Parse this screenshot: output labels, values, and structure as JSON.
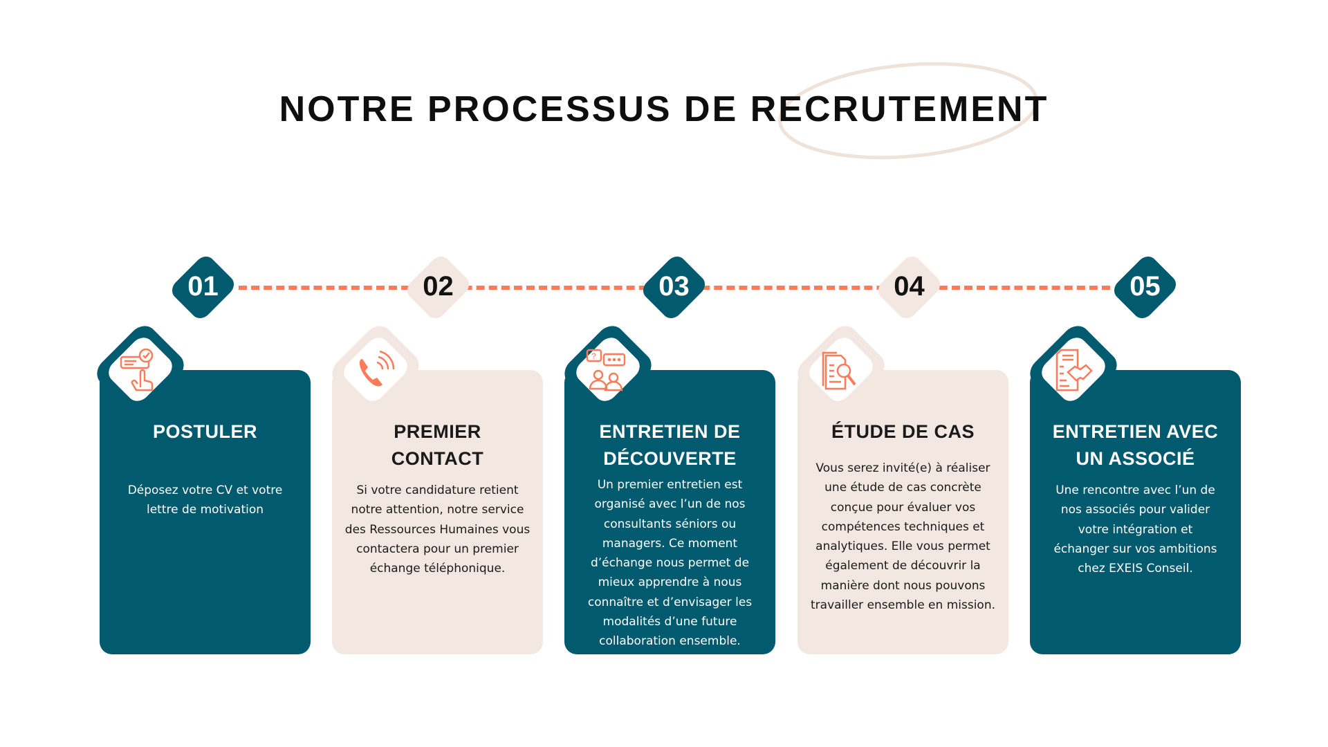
{
  "title": "NOTRE PROCESSUS DE RECRUTEMENT",
  "colors": {
    "teal": "#025a6e",
    "beige": "#f2e8e1",
    "orange": "#ff7a59"
  },
  "steps": [
    {
      "number": "01",
      "title": "POSTULER",
      "icon": "application-checkmark-hand-icon",
      "body": "Déposez votre CV et votre lettre de motivation"
    },
    {
      "number": "02",
      "title": "PREMIER CONTACT",
      "icon": "phone-ringing-icon",
      "body": "Si votre candidature retient notre attention, notre service des Ressources Humaines vous contactera pour un premier échange téléphonique."
    },
    {
      "number": "03",
      "title": "ENTRETIEN DE DÉCOUVERTE",
      "icon": "people-conversation-icon",
      "body": "Un premier entretien est organisé avec l’un de nos consultants séniors ou managers. Ce moment d’échange nous permet de mieux apprendre à nous connaître et d’envisager les modalités d’une future collaboration ensemble."
    },
    {
      "number": "04",
      "title": "ÉTUDE DE CAS",
      "icon": "document-search-icon",
      "body": "Vous serez invité(e) à réaliser une étude de cas concrète conçue pour évaluer vos compétences techniques et analytiques. Elle vous permet également de découvrir la manière dont nous pouvons travailler ensemble en mission."
    },
    {
      "number": "05",
      "title": "ENTRETIEN AVEC UN ASSOCIÉ",
      "icon": "contract-handshake-icon",
      "body": "Une rencontre avec l’un de nos associés pour valider votre intégration et échanger sur vos ambitions chez EXEIS Conseil."
    }
  ]
}
